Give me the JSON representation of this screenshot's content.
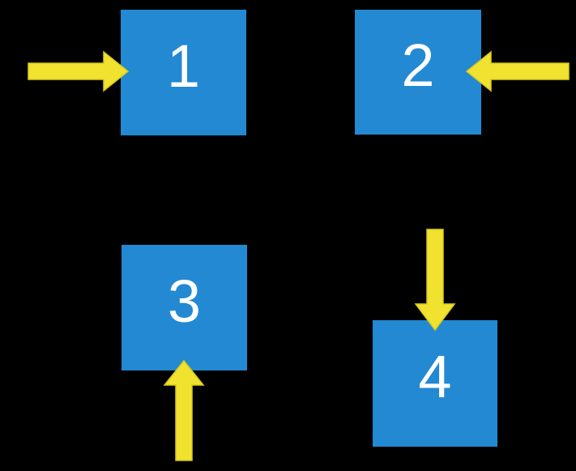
{
  "background": "#000000",
  "colors": {
    "box_fill": "#2389D2",
    "arrow_fill": "#F0E22F",
    "arrow_stroke": "#D9CA1E",
    "label_color": "#FFFFFF"
  },
  "boxes": [
    {
      "label": "1",
      "arrow_side": "left",
      "description": "blue square 1, yellow arrow pointing right into its left side"
    },
    {
      "label": "2",
      "arrow_side": "right",
      "description": "blue square 2, yellow arrow pointing left into its right side"
    },
    {
      "label": "3",
      "arrow_side": "bottom",
      "description": "blue square 3, yellow arrow pointing up into its bottom side"
    },
    {
      "label": "4",
      "arrow_side": "top",
      "description": "blue square 4, yellow arrow pointing down into its top side"
    }
  ],
  "arrows": [
    {
      "direction": "right",
      "points_to": "1"
    },
    {
      "direction": "left",
      "points_to": "2"
    },
    {
      "direction": "up",
      "points_to": "3"
    },
    {
      "direction": "down",
      "points_to": "4"
    }
  ]
}
